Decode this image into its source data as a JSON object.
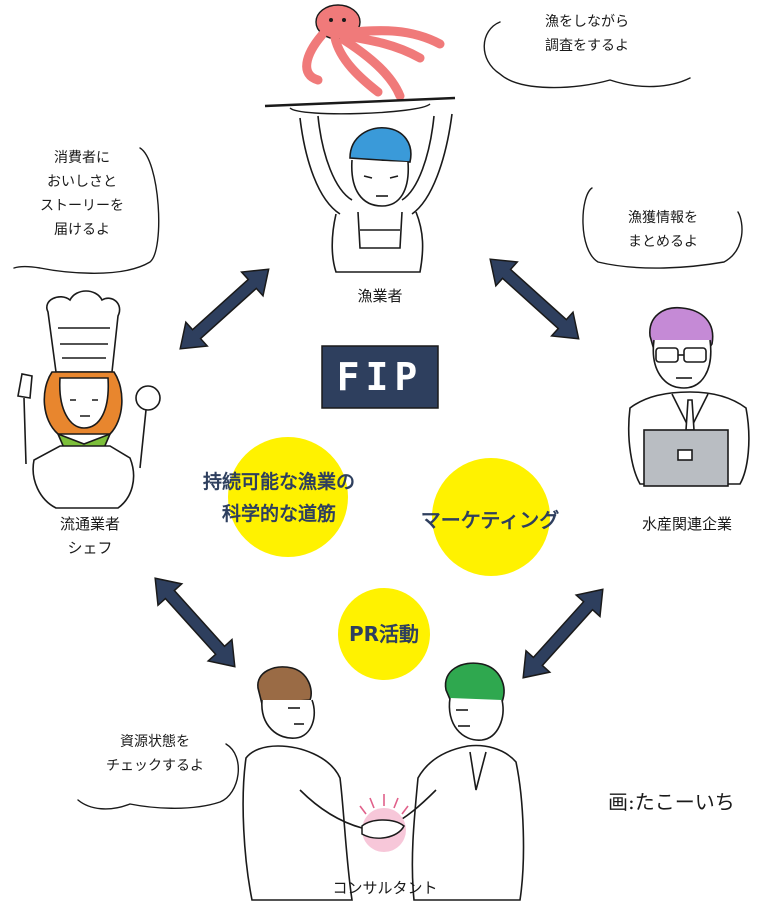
{
  "center": {
    "badge": "FIP",
    "path_line1": "持続可能な漁業の",
    "path_line2": "科学的な道筋",
    "marketing": "マーケティング",
    "pr": "PR活動"
  },
  "roles": {
    "fisher": "漁業者",
    "distributor": "流通業者\nシェフ",
    "seafood_company": "水産関連企業",
    "consultant": "コンサルタント"
  },
  "bubbles": {
    "fisher": "漁をしながら\n調査をするよ",
    "distributor": "消費者に\nおいしさと\nストーリーを\n届けるよ",
    "seafood_company": "漁獲情報を\nまとめるよ",
    "consultant": "資源状態を\nチェックするよ"
  },
  "credit": "画:たこーいち",
  "colors": {
    "navy": "#2e3f5e",
    "yellow": "#fff200",
    "octopus": "#f07a7a",
    "cap": "#3a9ad9",
    "chef_hair": "#e8862e",
    "scarf": "#7cbf3a",
    "researcher_hair": "#c58ad6",
    "consultant_left_hair": "#9a6b45",
    "consultant_right_hair": "#2fa84f",
    "handshake_glow": "#f7c7d9"
  },
  "icons": [
    "octopus-icon",
    "fisher-icon",
    "chef-icon",
    "researcher-icon",
    "consultant-left-icon",
    "consultant-right-icon",
    "handshake-icon",
    "double-arrow-icon"
  ]
}
